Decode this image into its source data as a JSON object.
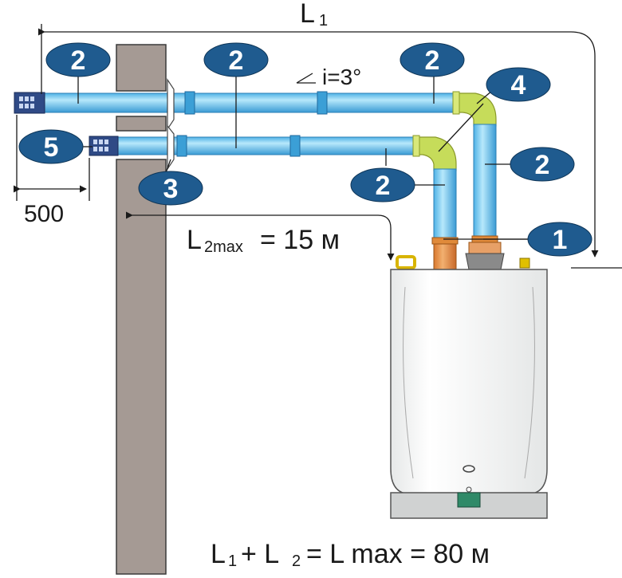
{
  "labels": {
    "l1": "L",
    "l1_sub": "1",
    "slope": "i=3°",
    "l2max_main": "L",
    "l2max_sub": "2max",
    "l2max_value": "= 15 м",
    "dim_500": "500",
    "formula_l": "L",
    "formula_sub1": "1",
    "formula_plus": "+ L",
    "formula_sub2": "2",
    "formula_rest": "= L max = 80 м"
  },
  "badges": [
    {
      "id": "2",
      "label": "2"
    },
    {
      "id": "2",
      "label": "2"
    },
    {
      "id": "2",
      "label": "2"
    },
    {
      "id": "4",
      "label": "4"
    },
    {
      "id": "5",
      "label": "5"
    },
    {
      "id": "2",
      "label": "2"
    },
    {
      "id": "3",
      "label": "3"
    },
    {
      "id": "2",
      "label": "2"
    },
    {
      "id": "1",
      "label": "1"
    }
  ],
  "colors": {
    "pipe": "#7fd0f2",
    "pipe_dark": "#3b9fd6",
    "elbow": "#c6dc5a",
    "adapter": "#e08a3a",
    "wall": "#a59a94",
    "badge": "#1f5b8f",
    "terminal": "#2f4a86"
  }
}
